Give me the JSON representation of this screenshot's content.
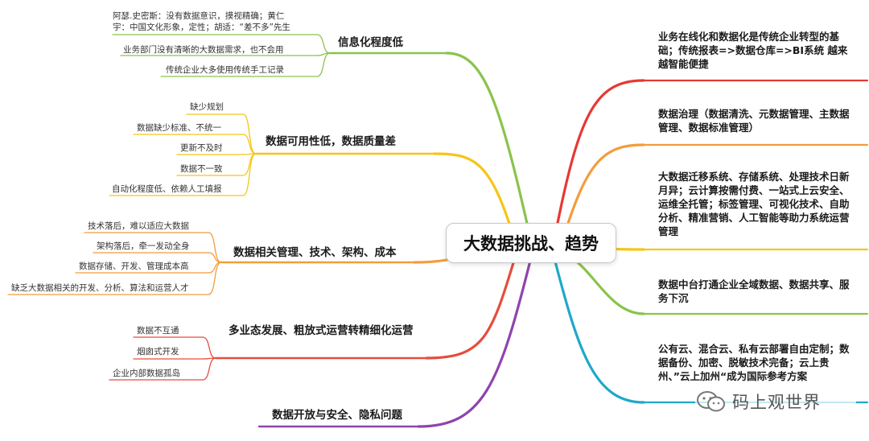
{
  "center": {
    "title": "大数据挑战、趋势"
  },
  "left": [
    {
      "label": "信息化程度低",
      "color": "#8bc34a",
      "leaves": [
        "阿瑟.史密斯：没有数据意识，摸视精确；黄仁宇：中国文化形象，定性；胡适：“差不多”先生",
        "业务部门没有清晰的大数据需求，也不会用",
        "传统企业大多使用传统手工记录"
      ]
    },
    {
      "label": "数据可用性低，数据质量差",
      "color": "#f5c518",
      "leaves": [
        "缺少规划",
        "数据缺少标准、不统一",
        "更新不及时",
        "数据不一致",
        "自动化程度低、依赖人工填报"
      ]
    },
    {
      "label": "数据相关管理、技术、架构、成本",
      "color": "#f39c3c",
      "leaves": [
        "技术落后，难以适应大数据",
        "架构落后，牵一发动全身",
        "数据存储、开发、管理成本高",
        "缺乏大数据相关的开发、分析、算法和运营人才"
      ]
    },
    {
      "label": "多业态发展、粗放式运营转精细化运营",
      "color": "#e74c3c",
      "leaves": [
        "数据不互通",
        "烟囱式开发",
        "企业内部数据孤岛"
      ]
    },
    {
      "label": "数据开放与安全、隐私问题",
      "color": "#8e44ad",
      "leaves": []
    }
  ],
  "right": [
    {
      "text": "业务在线化和数据化是传统企业转型的基础；传统报表=>数据仓库=>BI系统  越来越智能便捷",
      "color": "#e53935"
    },
    {
      "text": "数据治理（数据清洗、元数据管理、主数据管理、数据标准管理）",
      "color": "#f39c3c"
    },
    {
      "text": "大数据迁移系统、存储系统、处理技术日新月异；云计算按需付费、一站式上云安全、运维全托管；标签管理、可视化技术、自助分析、精准营销、人工智能等助力系统运营管理",
      "color": "#f5c518"
    },
    {
      "text": "数据中台打通企业全域数据、数据共享、服务下沉",
      "color": "#8bc34a"
    },
    {
      "text": "公有云、混合云、私有云部署自由定制；数据备份、加密、脱敏技术完备；云上贵州、”云上加州“成为国际参考方案",
      "color": "#1fa8c9"
    }
  ],
  "watermark": {
    "text": "码上观世界"
  }
}
